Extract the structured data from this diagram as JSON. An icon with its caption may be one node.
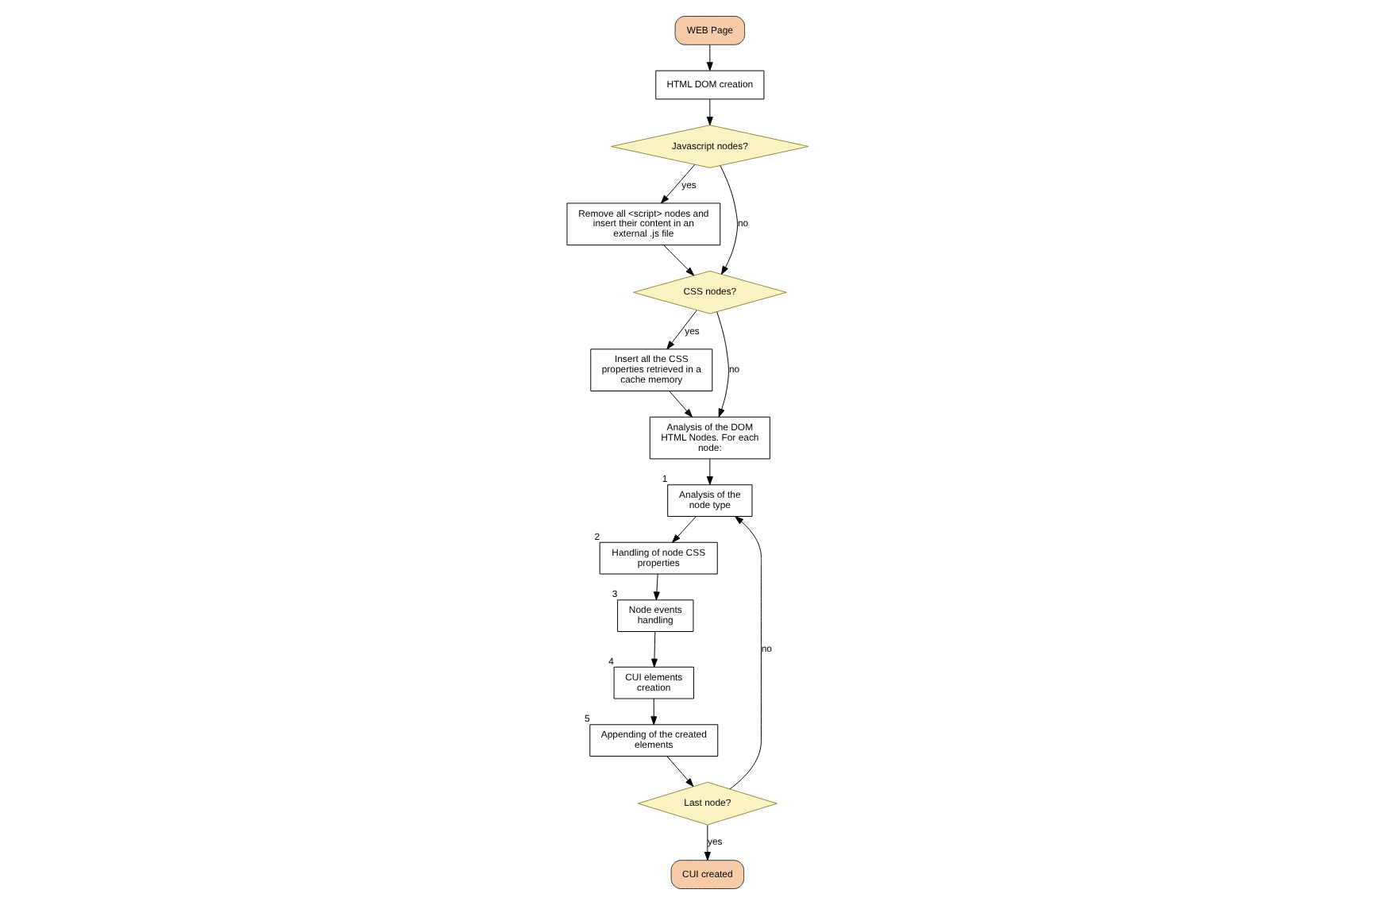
{
  "diagram": {
    "nodes": [
      {
        "text": [
          "WEB Page"
        ]
      },
      {
        "text": [
          "HTML DOM creation"
        ]
      },
      {
        "text": [
          "Javascript nodes?"
        ]
      },
      {
        "text": [
          "Remove all <script> nodes and insert their content in an external .js file"
        ]
      },
      {
        "text": [
          "CSS nodes?"
        ]
      },
      {
        "text": [
          "Insert all the CSS properties retrieved in a cache memory"
        ]
      },
      {
        "text": [
          "Analysis of the DOM HTML Nodes. For each node:"
        ]
      },
      {
        "text": [
          "Analysis of the node type"
        ],
        "beside": [
          "1"
        ]
      },
      {
        "text": [
          "Handling of node CSS properties"
        ],
        "beside": [
          "2"
        ]
      },
      {
        "text": [
          "Node events handling"
        ],
        "beside": [
          "3"
        ]
      },
      {
        "text": [
          "CUI elements creation"
        ],
        "beside": [
          "4"
        ]
      },
      {
        "text": [
          "Appending of the created elements"
        ],
        "beside": [
          "5"
        ]
      },
      {
        "text": [
          "Last node?"
        ]
      },
      {
        "text": [
          "CUI created"
        ]
      }
    ],
    "edges": [
      {
        "from": 0,
        "to": 1,
        "arrow": "to"
      },
      {
        "from": 1,
        "to": 2,
        "arrow": "to"
      },
      {
        "from": 2,
        "to": 3,
        "label": "yes",
        "arrow": "to"
      },
      {
        "from": 2,
        "to": 4,
        "label": "no",
        "arrow": "to"
      },
      {
        "from": 3,
        "to": 4,
        "arrow": "to"
      },
      {
        "from": 4,
        "to": 5,
        "label": "yes",
        "arrow": "to"
      },
      {
        "from": 4,
        "to": 6,
        "label": "no",
        "arrow": "to"
      },
      {
        "from": 5,
        "to": 6,
        "arrow": "to"
      },
      {
        "from": 6,
        "to": 7,
        "arrow": "to"
      },
      {
        "from": 7,
        "to": 8,
        "arrow": "to"
      },
      {
        "from": 8,
        "to": 9,
        "arrow": "to"
      },
      {
        "from": 9,
        "to": 10,
        "arrow": "to"
      },
      {
        "from": 10,
        "to": 11,
        "arrow": "to"
      },
      {
        "from": 11,
        "to": 12,
        "arrow": "to"
      },
      {
        "from": 12,
        "to": 7,
        "label": "no",
        "arrow": "to"
      },
      {
        "from": 12,
        "to": 13,
        "label": "yes",
        "arrow": "to"
      }
    ]
  }
}
